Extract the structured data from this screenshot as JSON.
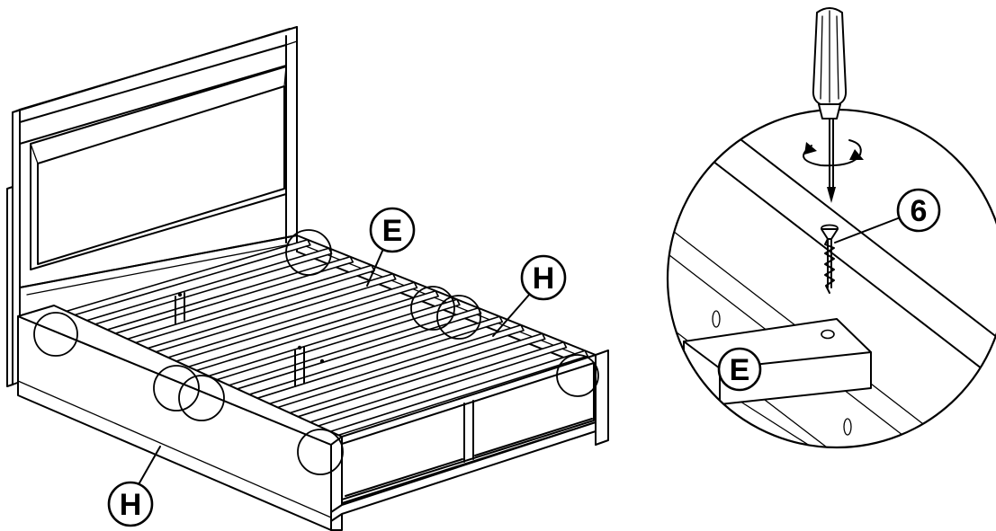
{
  "callouts": {
    "slat_label_top": "E",
    "side_rail_label_right": "H",
    "side_rail_label_front": "H",
    "detail_slat_label": "E",
    "detail_screw_label": "6"
  },
  "icons": [
    "screwdriver-icon",
    "rotation-arrow-icon",
    "screw-icon"
  ],
  "colors": {
    "line": "#000000",
    "background": "#ffffff"
  }
}
